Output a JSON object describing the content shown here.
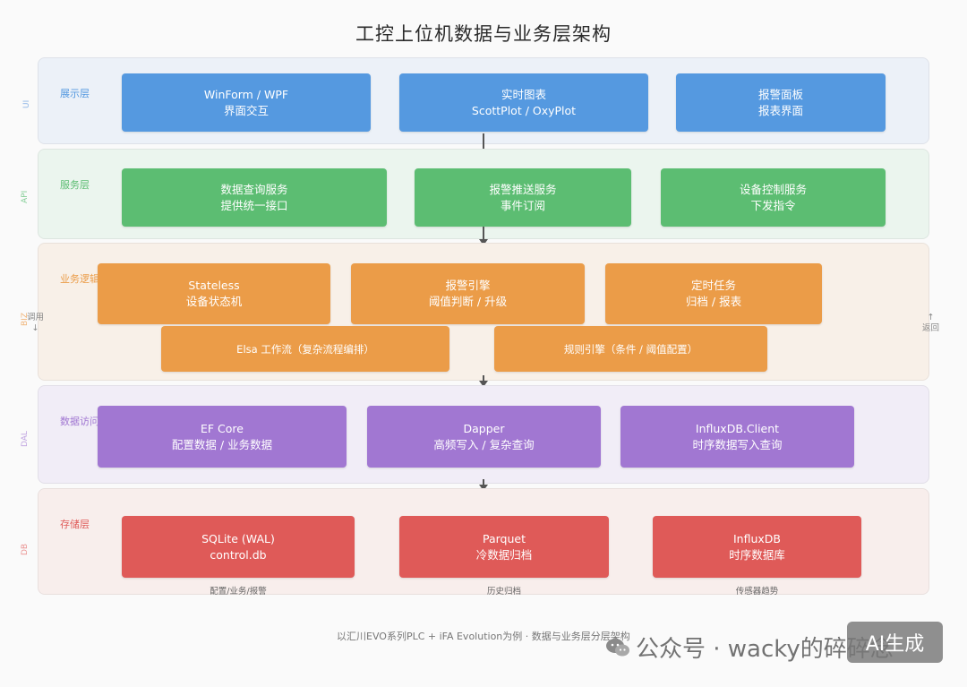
{
  "title": "工控上位机数据与业务层架构",
  "layers": {
    "ui": {
      "tag": "UI",
      "label": "展示层",
      "bg": "#ecf1f8",
      "accent": "#5599e0",
      "boxes": [
        {
          "l1": "WinForm / WPF",
          "l2": "界面交互"
        },
        {
          "l1": "实时图表",
          "l2": "ScottPlot / OxyPlot"
        },
        {
          "l1": "报警面板",
          "l2": "报表界面"
        }
      ]
    },
    "api": {
      "tag": "API",
      "label": "服务层",
      "bg": "#ebf5ee",
      "accent": "#5cbd72",
      "boxes": [
        {
          "l1": "数据查询服务",
          "l2": "提供统一接口"
        },
        {
          "l1": "报警推送服务",
          "l2": "事件订阅"
        },
        {
          "l1": "设备控制服务",
          "l2": "下发指令"
        }
      ]
    },
    "biz": {
      "tag": "BIZ",
      "label": "业务逻辑",
      "bg": "#f8f0e8",
      "accent": "#eb9c48",
      "boxes": [
        {
          "l1": "Stateless",
          "l2": "设备状态机"
        },
        {
          "l1": "报警引擎",
          "l2": "阈值判断 / 升级"
        },
        {
          "l1": "定时任务",
          "l2": "归档 / 报表"
        }
      ],
      "wide_boxes": [
        "Elsa 工作流（复杂流程编排）",
        "规则引擎（条件 / 阈值配置）"
      ]
    },
    "dal": {
      "tag": "DAL",
      "label": "数据访问层",
      "bg": "#f1edf7",
      "accent": "#a177d2",
      "boxes": [
        {
          "l1": "EF Core",
          "l2": "配置数据 / 业务数据"
        },
        {
          "l1": "Dapper",
          "l2": "高频写入 / 复杂查询"
        },
        {
          "l1": "InfluxDB.Client",
          "l2": "时序数据写入查询"
        }
      ]
    },
    "db": {
      "tag": "DB",
      "label": "存储层",
      "bg": "#f8eeec",
      "accent": "#df5a58",
      "boxes": [
        {
          "l1": "SQLite (WAL)",
          "l2": "control.db"
        },
        {
          "l1": "Parquet",
          "l2": "冷数据归档"
        },
        {
          "l1": "InfluxDB",
          "l2": "时序数据库"
        }
      ],
      "captions": [
        "配置/业务/报警",
        "历史归档",
        "传感器趋势"
      ]
    }
  },
  "side_notes": {
    "left": {
      "text": "调用",
      "arrow": "↓"
    },
    "right": {
      "arrow": "↑",
      "text": "返回"
    }
  },
  "footer": "以汇川EVO系列PLC + iFA Evolution为例 · 数据与业务层分层架构",
  "watermark": "公众号 · wacky的碎碎念",
  "ai_badge": "AI生成"
}
